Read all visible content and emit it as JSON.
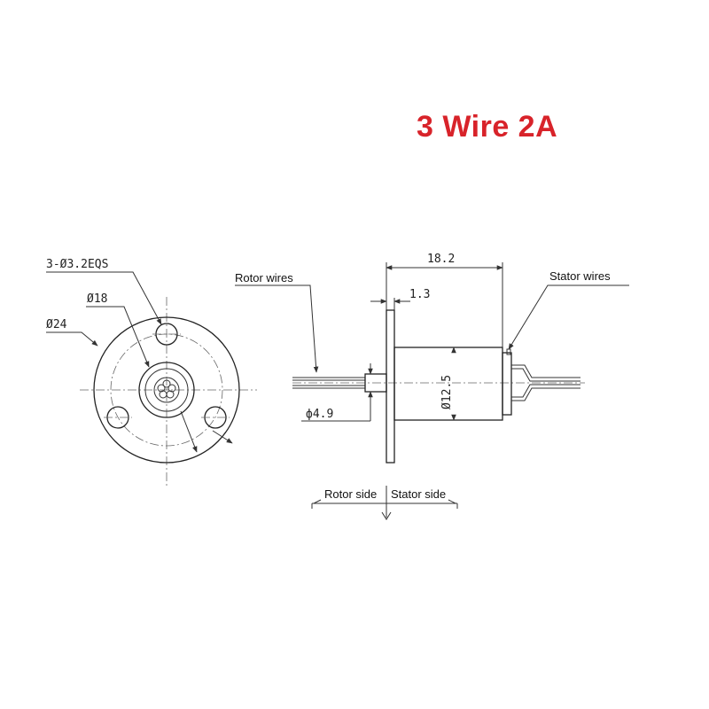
{
  "title": "3 Wire 2A",
  "labels": {
    "holes": "3-Ø3.2EQS",
    "inner_diameter": "Ø18",
    "outer_diameter": "Ø24",
    "rotor_wires": "Rotor wires",
    "stator_wires": "Stator wires",
    "length": "18.2",
    "flange": "1.3",
    "body_diameter": "Ø12.5",
    "shaft_diameter": "ф4.9",
    "rotor_side": "Rotor side",
    "stator_side": "Stator side"
  },
  "colors": {
    "title": "#d8232a",
    "line": "#333333"
  }
}
